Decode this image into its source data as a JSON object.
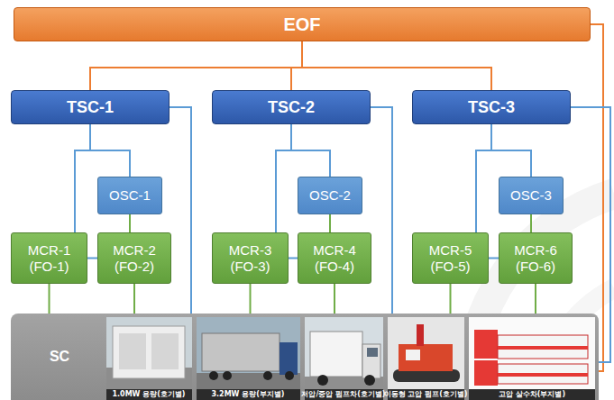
{
  "diagram": {
    "nodes": [
      {
        "text": [
          "EOF"
        ]
      },
      {
        "text": [
          "TSC-1"
        ]
      },
      {
        "text": [
          "TSC-2"
        ]
      },
      {
        "text": [
          "TSC-3"
        ]
      },
      {
        "text": [
          "OSC-1"
        ]
      },
      {
        "text": [
          "OSC-2"
        ]
      },
      {
        "text": [
          "OSC-3"
        ]
      },
      {
        "text": [
          "MCR-1 (FO-1)"
        ]
      },
      {
        "text": [
          "MCR-2 (FO-2)"
        ]
      },
      {
        "text": [
          "MCR-3 (FO-3)"
        ]
      },
      {
        "text": [
          "MCR-4 (FO-4)"
        ]
      },
      {
        "text": [
          "MCR-5 (FO-5)"
        ]
      },
      {
        "text": [
          "MCR-6 (FO-6)"
        ]
      },
      {
        "text": [
          "SC"
        ]
      }
    ],
    "edges": [
      {
        "from": 0,
        "to": 1,
        "arrow": "none"
      },
      {
        "from": 0,
        "to": 2,
        "arrow": "none"
      },
      {
        "from": 0,
        "to": 3,
        "arrow": "none"
      },
      {
        "from": 0,
        "to": 13,
        "arrow": "none"
      },
      {
        "from": 1,
        "to": 4,
        "arrow": "none"
      },
      {
        "from": 1,
        "to": 7,
        "arrow": "none"
      },
      {
        "from": 1,
        "to": 13,
        "arrow": "none"
      },
      {
        "from": 4,
        "to": 8,
        "arrow": "none"
      },
      {
        "from": 7,
        "to": 8,
        "arrow": "none"
      },
      {
        "from": 7,
        "to": 13,
        "arrow": "none"
      },
      {
        "from": 8,
        "to": 13,
        "arrow": "none"
      },
      {
        "from": 2,
        "to": 5,
        "arrow": "none"
      },
      {
        "from": 2,
        "to": 9,
        "arrow": "none"
      },
      {
        "from": 2,
        "to": 13,
        "arrow": "none"
      },
      {
        "from": 5,
        "to": 10,
        "arrow": "none"
      },
      {
        "from": 9,
        "to": 10,
        "arrow": "none"
      },
      {
        "from": 9,
        "to": 13,
        "arrow": "none"
      },
      {
        "from": 10,
        "to": 13,
        "arrow": "none"
      },
      {
        "from": 3,
        "to": 6,
        "arrow": "none"
      },
      {
        "from": 3,
        "to": 11,
        "arrow": "none"
      },
      {
        "from": 3,
        "to": 13,
        "arrow": "none"
      },
      {
        "from": 6,
        "to": 12,
        "arrow": "none"
      },
      {
        "from": 11,
        "to": 12,
        "arrow": "none"
      },
      {
        "from": 11,
        "to": 13,
        "arrow": "none"
      },
      {
        "from": 12,
        "to": 13,
        "arrow": "none"
      }
    ],
    "labels": [
      "1.0MW 용량(호기별)",
      "3.2MW 용량(부지별)",
      "저압/중압 펌프차(호기별)",
      "이동형 고압 펌프(호기별)",
      "고압 살수차(부지별)"
    ]
  }
}
